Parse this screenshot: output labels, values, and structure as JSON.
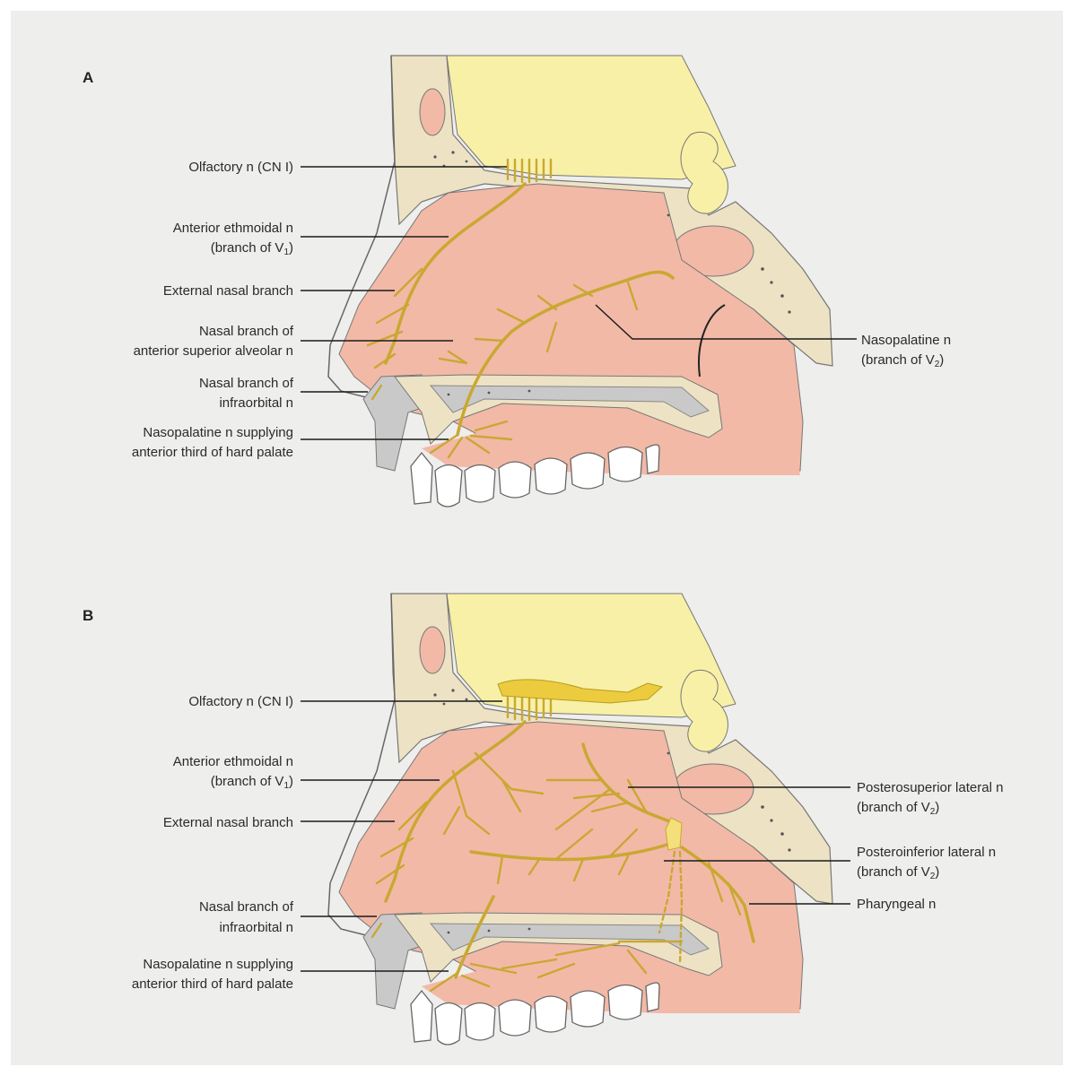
{
  "panels": [
    {
      "letter": "A",
      "labels": {
        "olfactory": "Olfactory n (CN I)",
        "ant_ethmoidal_1": "Anterior ethmoidal n",
        "ant_ethmoidal_2_pre": "(branch of V",
        "ant_ethmoidal_2_sub": "1",
        "ant_ethmoidal_2_post": ")",
        "external_nasal": "External nasal branch",
        "nasal_asa_1": "Nasal branch of",
        "nasal_asa_2": "anterior superior alveolar n",
        "nasal_infra_1": "Nasal branch of",
        "nasal_infra_2": "infraorbital n",
        "nasopal_hp_1": "Nasopalatine n supplying",
        "nasopal_hp_2": "anterior third of hard palate",
        "nasopal_1": "Nasopalatine n",
        "nasopal_2_pre": "(branch of V",
        "nasopal_2_sub": "2",
        "nasopal_2_post": ")"
      }
    },
    {
      "letter": "B",
      "labels": {
        "olfactory": "Olfactory n (CN I)",
        "ant_ethmoidal_1": "Anterior ethmoidal n",
        "ant_ethmoidal_2_pre": "(branch of V",
        "ant_ethmoidal_2_sub": "1",
        "ant_ethmoidal_2_post": ")",
        "external_nasal": "External nasal branch",
        "nasal_infra_1": "Nasal branch of",
        "nasal_infra_2": "infraorbital n",
        "nasopal_hp_1": "Nasopalatine n supplying",
        "nasopal_hp_2": "anterior third of hard palate",
        "postsup_1": "Posterosuperior lateral n",
        "postsup_2_pre": "(branch of V",
        "postsup_2_sub": "2",
        "postsup_2_post": ")",
        "postinf_1": "Posteroinferior lateral n",
        "postinf_2_pre": "(branch of V",
        "postinf_2_sub": "2",
        "postinf_2_post": ")",
        "pharyngeal": "Pharyngeal n"
      }
    }
  ],
  "colors": {
    "background": "#eeeeec",
    "mucosa": "#f2b9a7",
    "brain": "#f8f0a6",
    "bone": "#ede2c4",
    "nerve": "#c9a832",
    "cartilage": "#c9c9c9",
    "teeth": "#ffffff"
  }
}
